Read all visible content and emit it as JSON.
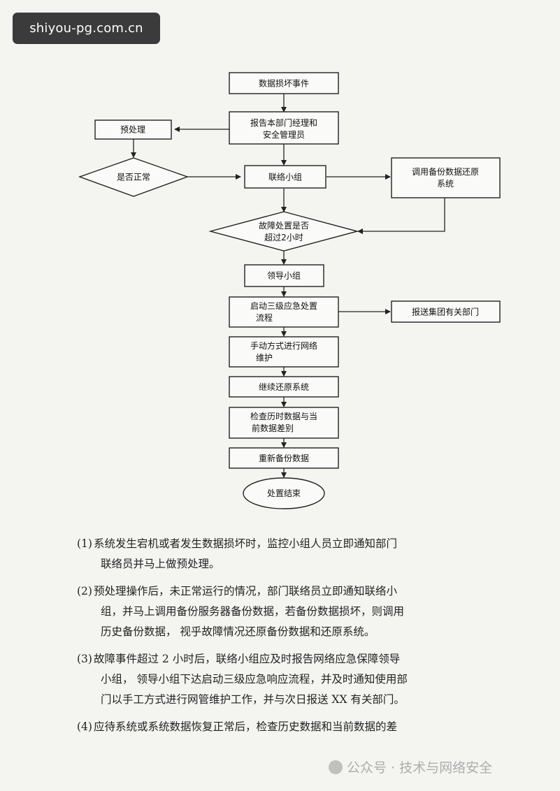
{
  "badge": {
    "text": "shiyou-pg.com.cn"
  },
  "flowchart": {
    "nodes": {
      "event": [
        "数据损坏事件"
      ],
      "report": [
        "报告本部门经理和",
        "安全管理员"
      ],
      "preprocess": [
        "预处理"
      ],
      "is_normal": [
        "是否正常"
      ],
      "liaison": [
        "联络小组"
      ],
      "restore_backup": [
        "调用备份数据还原",
        "系统"
      ],
      "over_2h": [
        "故障处置是否",
        "超过2小时"
      ],
      "leader": [
        "领导小组"
      ],
      "start_level3": [
        "启动三级应急处置",
        "流程"
      ],
      "report_group": [
        "报送集团有关部门"
      ],
      "manual": [
        "手动方式进行网络",
        "维护"
      ],
      "continue_restore": [
        "继续还原系统"
      ],
      "check_history": [
        "检查历时数据与当",
        "前数据差别"
      ],
      "rebackup": [
        "重新备份数据"
      ],
      "end": [
        "处置结束"
      ]
    }
  },
  "notes": [
    {
      "num": "(1)",
      "lines": [
        "系统发生宕机或者发生数据损坏时，监控小组人员立即通知部门",
        "联络员并马上做预处理。"
      ]
    },
    {
      "num": "(2)",
      "lines": [
        "预处理操作后，未正常运行的情况，部门联络员立即通知联络小",
        "组，并马上调用备份服务器备份数据，若备份数据损坏，则调用",
        "历史备份数据， 视乎故障情况还原备份数据和还原系统。"
      ]
    },
    {
      "num": "(3)",
      "lines": [
        "故障事件超过 2 小时后，联络小组应及时报告网络应急保障领导",
        "小组， 领导小组下达启动三级应急响应流程，并及时通知使用部",
        "门以手工方式进行网管维护工作，并与次日报送 XX 有关部门。"
      ]
    },
    {
      "num": "(4)",
      "lines": [
        "应待系统或系统数据恢复正常后，检查历史数据和当前数据的差"
      ]
    }
  ],
  "watermark": {
    "text": "公众号 · 技术与网络安全"
  }
}
